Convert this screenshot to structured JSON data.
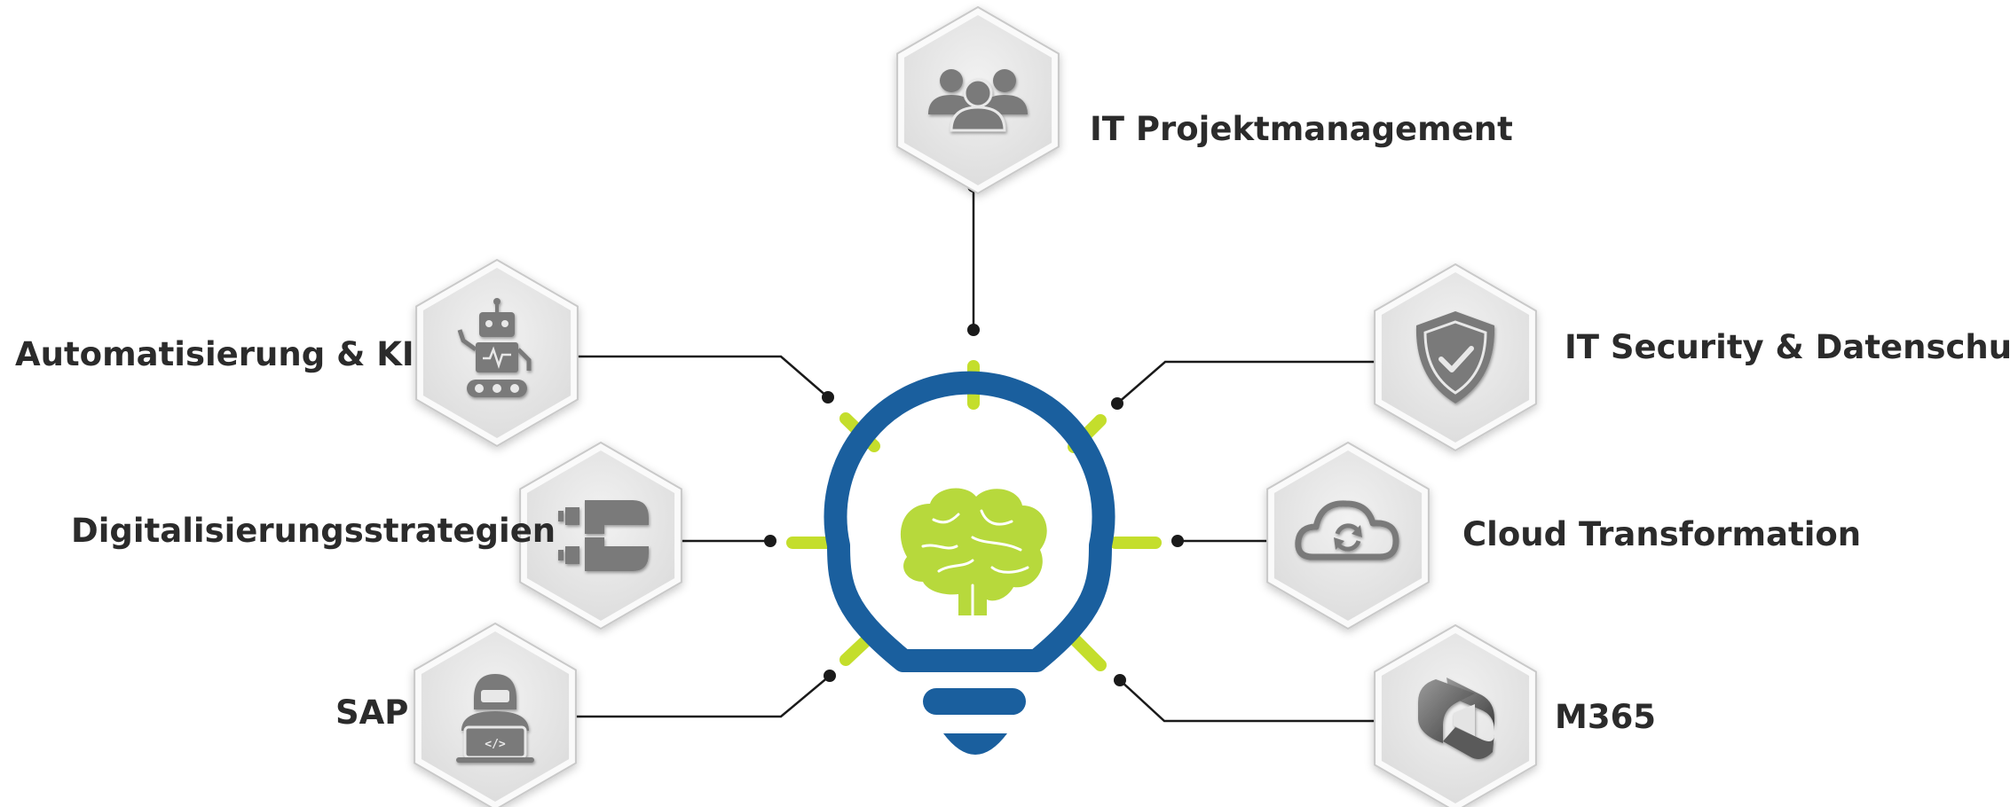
{
  "colors": {
    "bulb_blue": "#1a5f9e",
    "brain_green": "#b7d93c",
    "ray_green": "#c4de2c",
    "hex_fill": "#e6e6e6",
    "icon_gray": "#7a7a7a",
    "label_text": "#2b2b2b",
    "connector": "#1a1a1a"
  },
  "center": {
    "icon": "lightbulb-brain-icon"
  },
  "nodes": [
    {
      "id": "projekt",
      "label": "IT Projektmanagement",
      "icon": "people-group-icon"
    },
    {
      "id": "automation",
      "label": "Automatisierung & KI",
      "icon": "robot-icon"
    },
    {
      "id": "security",
      "label": "IT Security & Datenschutz",
      "icon": "shield-check-icon"
    },
    {
      "id": "digital",
      "label": "Digitalisierungsstrategien",
      "icon": "puzzle-connector-icon"
    },
    {
      "id": "cloud",
      "label": "Cloud Transformation",
      "icon": "cloud-sync-icon"
    },
    {
      "id": "sap",
      "label": "SAP",
      "icon": "developer-laptop-icon"
    },
    {
      "id": "m365",
      "label": "M365",
      "icon": "m365-logo-icon"
    }
  ]
}
